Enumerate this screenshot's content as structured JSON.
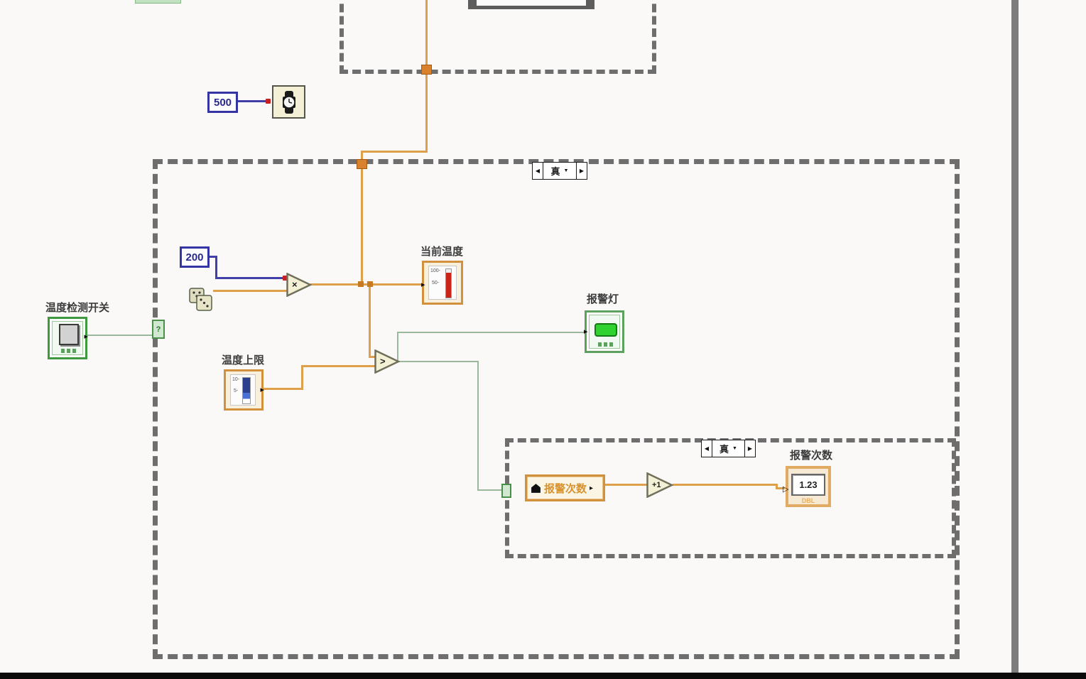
{
  "diagram": {
    "outer_case_selector": "真",
    "inner_case_selector": "真",
    "selector_prev": "◀",
    "selector_next": "▶",
    "selector_dropdown": "▼",
    "selector_terminal": "?",
    "constants": {
      "wait_ms": "500",
      "scale_factor": "200"
    },
    "operators": {
      "multiply": "×",
      "greater_than": ">",
      "increment": "+1"
    },
    "controls": {
      "temp_switch": {
        "label": "温度检测开关"
      },
      "temp_upper": {
        "label": "温度上限",
        "scale_top": "10-",
        "scale_mid": "5-"
      }
    },
    "indicators": {
      "current_temp": {
        "label": "当前温度",
        "scale_top": "100-",
        "scale_mid": "50-"
      },
      "alarm_lamp": {
        "label": "报警灯"
      },
      "alarm_count": {
        "label": "报警次数",
        "value": "1.23",
        "type": "DBL"
      }
    },
    "local_variable": {
      "label": "报警次数"
    },
    "terminal_arrow": "▸",
    "terminal_arrow_open": "▷"
  },
  "colors": {
    "numeric_wire": "#dfa04c",
    "integer_wire": "#4040a8",
    "boolean_wire": "#9cb89c",
    "orange_border": "#d2913c",
    "green_border": "#5ea05e",
    "blue_constant": "#3434a4",
    "structure_gray": "#6e6e6e",
    "led_green": "#2fd22f",
    "thermometer_red": "#c92418",
    "slider_blue": "#2c3f8f"
  }
}
